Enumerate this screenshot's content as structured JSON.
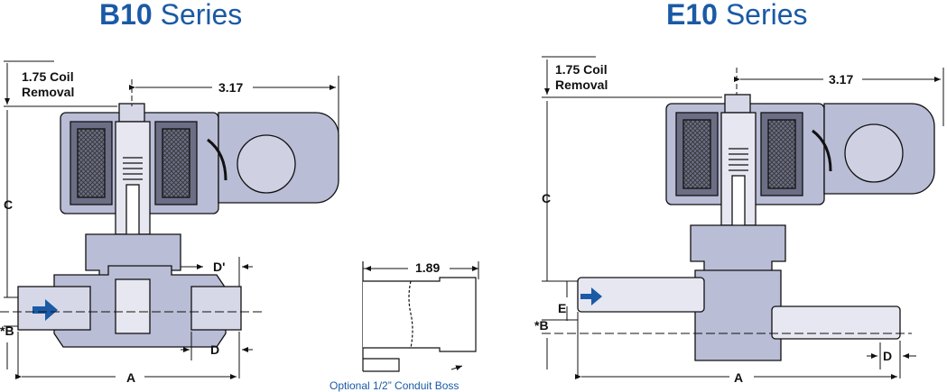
{
  "titles": {
    "left_bold": "B10",
    "left_rest": "Series",
    "right_bold": "E10",
    "right_rest": "Series"
  },
  "left": {
    "coil_removal_1": "1.75 Coil",
    "coil_removal_2": "Removal",
    "dim_317": "3.17",
    "dim_c": "C",
    "dim_b": "*B",
    "dim_dprime": "D'",
    "dim_d": "D",
    "dim_a": "A"
  },
  "boss": {
    "dim_189": "1.89",
    "caption": "Optional 1/2” Conduit Boss"
  },
  "right": {
    "coil_removal_1": "1.75 Coil",
    "coil_removal_2": "Removal",
    "dim_317": "3.17",
    "dim_c": "C",
    "dim_e": "E",
    "dim_b": "*B",
    "dim_d": "D",
    "dim_a": "A"
  },
  "colors": {
    "title": "#1a5aa6",
    "body_fill": "#b9bdd6",
    "arrow": "#1a5aa6"
  }
}
